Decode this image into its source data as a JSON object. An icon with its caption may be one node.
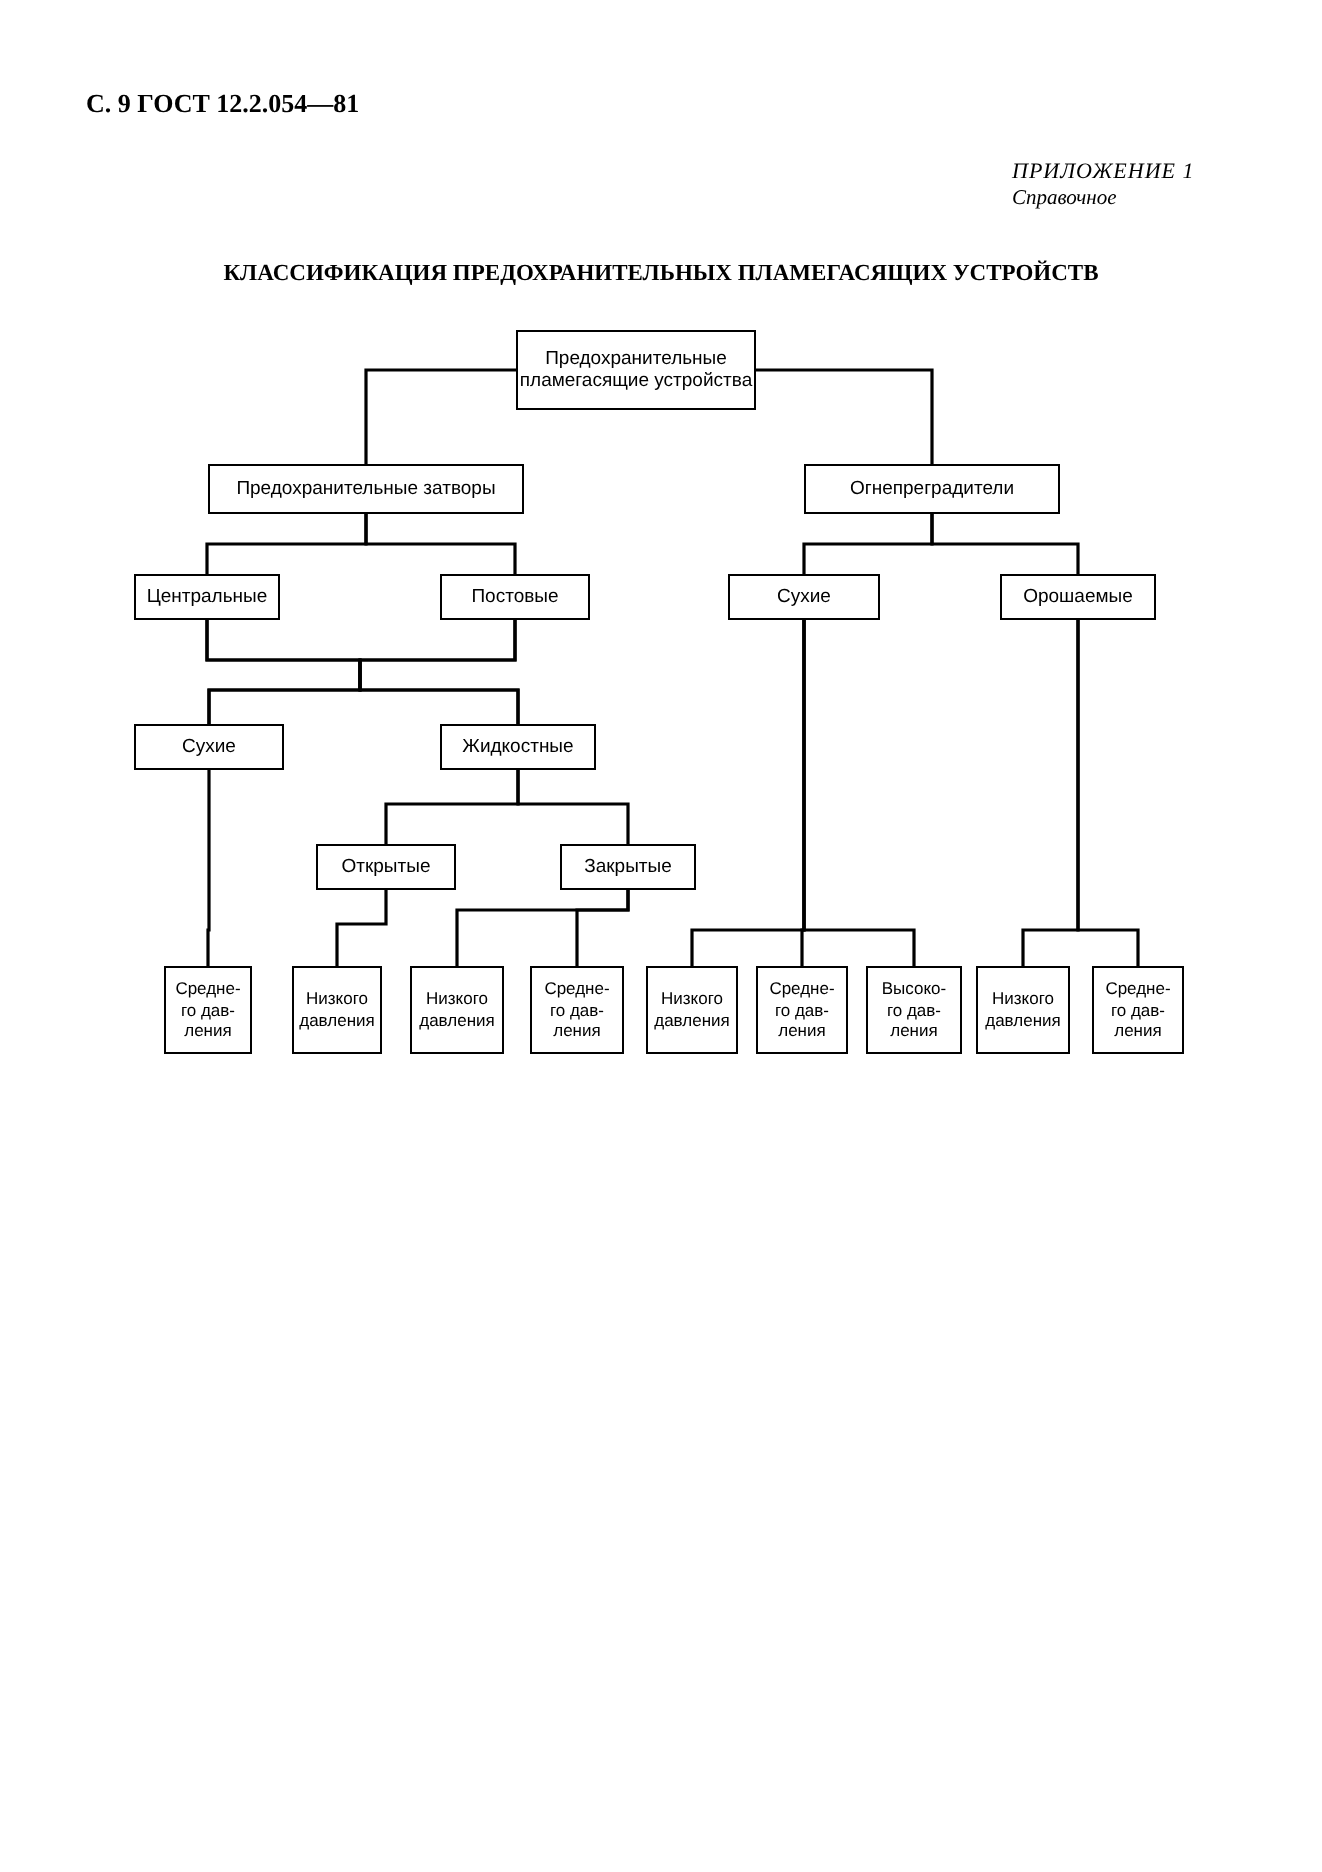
{
  "diagram": {
    "title": "КЛАССИФИКАЦИЯ ПРЕДОХРАНИТЕЛЬНЫХ ПЛАМЕГАСЯЩИХ УСТРОЙСТВ",
    "nodes": [
      {
        "text": [
          "Предохранительные пламегасящие устройства"
        ]
      },
      {
        "text": [
          "Предохранительные затворы"
        ]
      },
      {
        "text": [
          "Огнепреградители"
        ]
      },
      {
        "text": [
          "Центральные"
        ]
      },
      {
        "text": [
          "Постовые"
        ]
      },
      {
        "text": [
          "Сухие"
        ]
      },
      {
        "text": [
          "Орошаемые"
        ]
      },
      {
        "text": [
          "Сухие"
        ]
      },
      {
        "text": [
          "Жидкостные"
        ]
      },
      {
        "text": [
          "Открытые"
        ]
      },
      {
        "text": [
          "Закрытые"
        ]
      },
      {
        "text": [
          "Средне- го дав- ления"
        ]
      },
      {
        "text": [
          "Низкого давления"
        ]
      },
      {
        "text": [
          "Низкого давления"
        ]
      },
      {
        "text": [
          "Средне- го дав- ления"
        ]
      },
      {
        "text": [
          "Низкого давления"
        ]
      },
      {
        "text": [
          "Средне- го дав- ления"
        ]
      },
      {
        "text": [
          "Высоко- го дав- ления"
        ]
      },
      {
        "text": [
          "Низкого давления"
        ]
      },
      {
        "text": [
          "Средне- го дав- ления"
        ]
      }
    ],
    "edges": [
      {
        "from": 0,
        "to": 1,
        "arrow": "none"
      },
      {
        "from": 0,
        "to": 2,
        "arrow": "none"
      },
      {
        "from": 1,
        "to": 3,
        "arrow": "none"
      },
      {
        "from": 1,
        "to": 4,
        "arrow": "none"
      },
      {
        "from": 2,
        "to": 5,
        "arrow": "none"
      },
      {
        "from": 2,
        "to": 6,
        "arrow": "none"
      },
      {
        "from": 3,
        "to": 7,
        "arrow": "none"
      },
      {
        "from": 3,
        "to": 8,
        "arrow": "none"
      },
      {
        "from": 4,
        "to": 7,
        "arrow": "none"
      },
      {
        "from": 4,
        "to": 8,
        "arrow": "none"
      },
      {
        "from": 7,
        "to": 11,
        "arrow": "none"
      },
      {
        "from": 8,
        "to": 9,
        "arrow": "none"
      },
      {
        "from": 8,
        "to": 10,
        "arrow": "none"
      },
      {
        "from": 9,
        "to": 12,
        "arrow": "none"
      },
      {
        "from": 10,
        "to": 13,
        "arrow": "none"
      },
      {
        "from": 10,
        "to": 14,
        "arrow": "none"
      },
      {
        "from": 5,
        "to": 15,
        "arrow": "none"
      },
      {
        "from": 5,
        "to": 16,
        "arrow": "none"
      },
      {
        "from": 5,
        "to": 17,
        "arrow": "none"
      },
      {
        "from": 6,
        "to": 18,
        "arrow": "none"
      },
      {
        "from": 6,
        "to": 19,
        "arrow": "none"
      }
    ],
    "labels": [
      "С. 9 ГОСТ 12.2.054—81",
      "ПРИЛОЖЕНИЕ 1",
      "Справочное"
    ]
  }
}
